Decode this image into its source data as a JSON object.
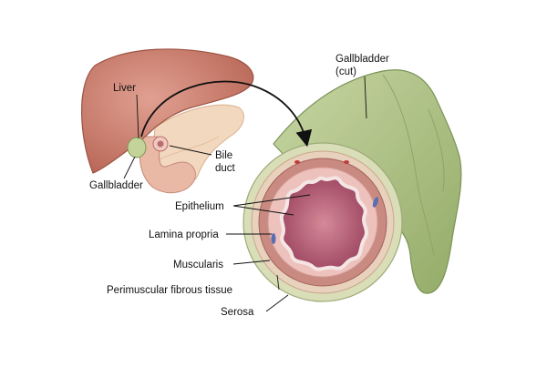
{
  "labels": {
    "liver": "Liver",
    "gallbladder": "Gallbladder",
    "bile_duct_line1": "Bile",
    "bile_duct_line2": "duct",
    "gallbladder_cut_line1": "Gallbladder",
    "gallbladder_cut_line2": "(cut)",
    "epithelium": "Epithelium",
    "lamina_propria": "Lamina propria",
    "muscularis": "Muscularis",
    "perimuscular": "Perimuscular fibrous tissue",
    "serosa": "Serosa"
  },
  "colors": {
    "liver": "#c97a6a",
    "pancreas": "#f3d8c0",
    "gallbladder": "#a9bf7c",
    "serosa": "#d9ddb8",
    "perimuscular": "#e9d2bd",
    "muscularis": "#c98a82",
    "lamina": "#edc2bd",
    "lumen": "#b85a72",
    "epithelium": "#f5e6e6"
  }
}
